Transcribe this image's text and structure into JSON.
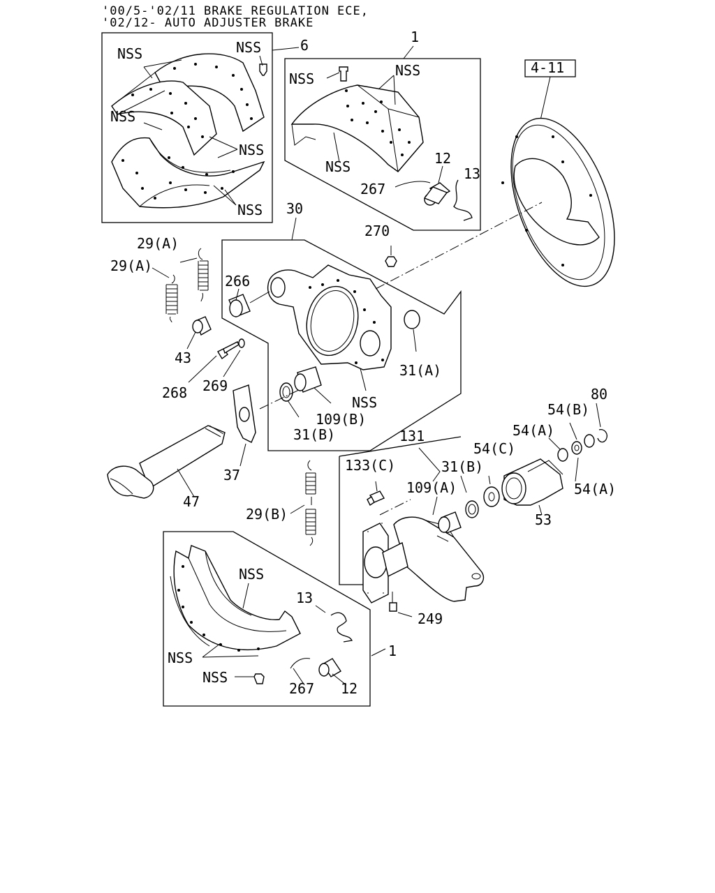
{
  "header": {
    "line1": "'00/5-'02/11 BRAKE REGULATION ECE,",
    "line2": "'02/12- AUTO ADJUSTER BRAKE"
  },
  "ref_box": "4-11",
  "labels": {
    "nss": "NSS",
    "p1": "1",
    "p6": "6",
    "p12": "12",
    "p13": "13",
    "p267": "267",
    "p30": "30",
    "p270": "270",
    "p266": "266",
    "p29a": "29(A)",
    "p29b": "29(B)",
    "p43": "43",
    "p268": "268",
    "p269": "269",
    "p31a": "31(A)",
    "p31b": "31(B)",
    "p109a": "109(A)",
    "p109b": "109(B)",
    "p37": "37",
    "p47": "47",
    "p131": "131",
    "p133c": "133(C)",
    "p54a": "54(A)",
    "p54b": "54(B)",
    "p54c": "54(C)",
    "p80": "80",
    "p53": "53",
    "p249": "249"
  }
}
